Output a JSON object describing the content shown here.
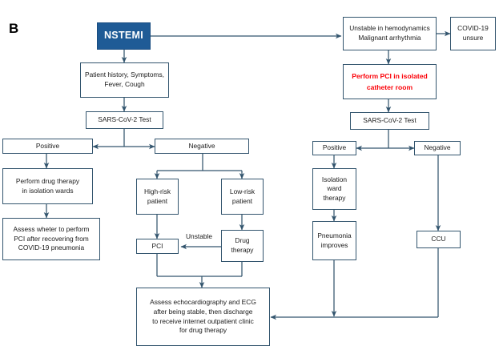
{
  "figure": {
    "panel_label": "B",
    "colors": {
      "node_fill": "#ffffff",
      "node_border": "#33556e",
      "accent_fill": "#1f5b96",
      "accent_text": "#ffffff",
      "danger_text": "#fb0007",
      "connector": "#33556e",
      "background": "#ffffff"
    }
  },
  "nodes": {
    "nstemi": "NSTEMI",
    "patient_history": "Patient history, Symptoms,\nFever, Cough",
    "sars_test_left": "SARS-CoV-2 Test",
    "positive_left": "Positive",
    "negative_left": "Negative",
    "drug_therapy_isolation": "Perform drug therapy\nin isolation wards",
    "assess_pci_recovery": "Assess wheter to perform\nPCI after recovering from\nCOVID-19 pneumonia",
    "high_risk": "High-risk\npatient",
    "low_risk": "Low-risk\npatient",
    "pci": "PCI",
    "drug_therapy": "Drug\ntherapy",
    "assess_echo": "Assess echocardiography and ECG\nafter being stable, then discharge\nto receive internet outpatient clinic\nfor drug therapy",
    "unstable_hemodynamics": "Unstable in hemodynamics\nMalignant arrhythmia",
    "covid_unsure": "COVID-19\nunsure",
    "perform_pci_isolated": "Perform PCI in isolated\ncatheter room",
    "sars_test_right": "SARS-CoV-2 Test",
    "positive_right": "Positive",
    "negative_right": "Negative",
    "isolation_ward_therapy": "Isolation\nward\ntherapy",
    "pneumonia_improves": "Pneumonia\nimproves",
    "ccu": "CCU"
  },
  "edge_labels": {
    "unstable": "Unstable"
  }
}
